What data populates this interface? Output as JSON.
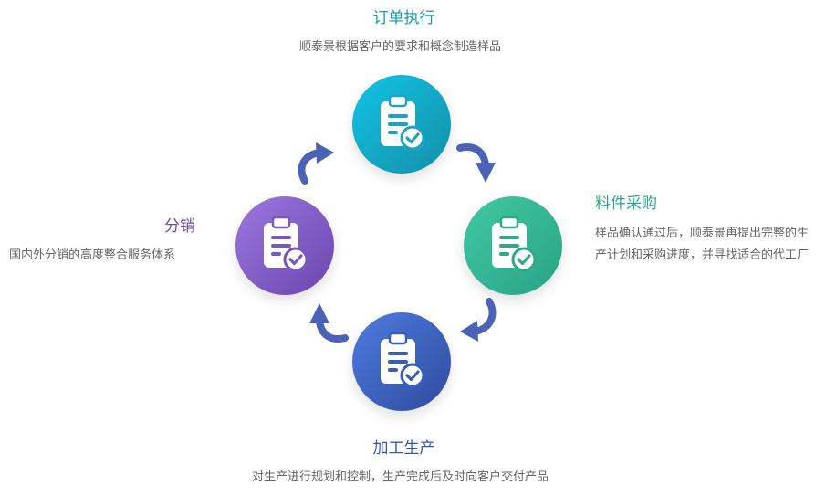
{
  "steps": {
    "order": {
      "title": "订单执行",
      "desc": "顺泰景根据客户的要求和概念制造样品",
      "color": "#1499ad"
    },
    "purchase": {
      "title": "料件采购",
      "desc": "样品确认通过后，顺泰景再提出完整的生产计划和采购进度，并寻找适合的代工厂",
      "color": "#2ea88a"
    },
    "produce": {
      "title": "加工生产",
      "desc": "对生产进行规划和控制，生产完成后及时向客户交付产品",
      "color": "#3457b0"
    },
    "distribute": {
      "title": "分销",
      "desc": "国内外分销的高度整合服务体系",
      "color": "#6f4aa8"
    }
  },
  "icons": {
    "step_icon": "clipboard-check-icon",
    "connector": "curved-arrow-icon"
  },
  "colors": {
    "arrow": "#4a63b8"
  }
}
